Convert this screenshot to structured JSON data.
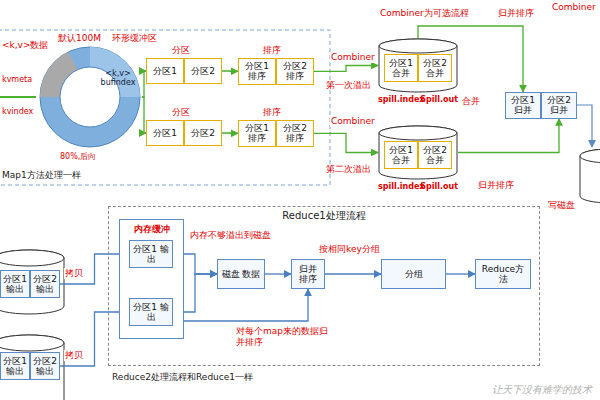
{
  "diagram": {
    "nodes": [
      {
        "text": [
          "kvmeta",
          "kvindex",
          "<k,v> bufindex",
          "80%,后向"
        ]
      },
      {
        "text": [
          "分区1"
        ]
      },
      {
        "text": [
          "分区2"
        ]
      },
      {
        "text": [
          "分区1 排序"
        ]
      },
      {
        "text": [
          "分区2 排序"
        ]
      },
      {
        "text": [
          "spill.index",
          "Spill.out"
        ]
      },
      {
        "text": [
          "分区1 合并"
        ],
        "in": 5
      },
      {
        "text": [
          "分区2 合并"
        ],
        "in": 5
      },
      {
        "text": [
          "分区1 归并"
        ]
      },
      {
        "text": [
          "分区2 归并"
        ]
      },
      {
        "text": [
          "分区1"
        ]
      },
      {
        "text": [
          "分区2"
        ]
      },
      {
        "text": [
          "分区1 排序"
        ]
      },
      {
        "text": [
          "分区2 排序"
        ]
      },
      {
        "text": [
          "spill.index",
          "Spill.out"
        ]
      },
      {
        "text": [
          "分区1 合并"
        ],
        "in": 14
      },
      {
        "text": [
          "分区2 合并"
        ],
        "in": 14
      },
      {
        "text": [
          "分区1 输出"
        ]
      },
      {
        "text": [
          "分区2 输出"
        ]
      },
      {
        "text": [
          "Reduce1处理流程"
        ]
      },
      {
        "text": [
          "内存缓冲"
        ],
        "in": 19
      },
      {
        "text": [
          "分区1 输出"
        ],
        "in": 20
      },
      {
        "text": [
          "分区1 输出"
        ],
        "in": 20
      },
      {
        "text": [
          "磁盘 数据"
        ],
        "in": 19
      },
      {
        "text": [
          "归并 排序"
        ],
        "in": 19
      },
      {
        "text": [
          "分组"
        ],
        "in": 19
      },
      {
        "text": [
          "Reduce方法"
        ],
        "in": 19
      },
      {
        "text": [
          "分区1 输出"
        ]
      },
      {
        "text": [
          "分区2 输出"
        ]
      }
    ],
    "edges": [
      {
        "from": 0,
        "to": 1,
        "arrow": "to"
      },
      {
        "from": 0,
        "to": 10,
        "arrow": "to"
      },
      {
        "from": 2,
        "to": 3,
        "arrow": "to"
      },
      {
        "from": 11,
        "to": 12,
        "arrow": "to"
      },
      {
        "from": 4,
        "to": 5,
        "arrow": "to",
        "label": "Combiner"
      },
      {
        "from": 13,
        "to": 14,
        "arrow": "to",
        "label": "Combiner"
      },
      {
        "from": 5,
        "to": 8,
        "arrow": "to"
      },
      {
        "from": 14,
        "to": 9,
        "arrow": "to"
      },
      {
        "from": 18,
        "to": 21,
        "arrow": "to",
        "label": "拷贝"
      },
      {
        "from": 28,
        "to": 22,
        "arrow": "to",
        "label": "拷贝"
      },
      {
        "from": 21,
        "to": 23,
        "arrow": "to"
      },
      {
        "from": 22,
        "to": 23,
        "arrow": "to"
      },
      {
        "from": 23,
        "to": 24,
        "arrow": "to"
      },
      {
        "from": 20,
        "to": 24,
        "arrow": "to"
      },
      {
        "from": 24,
        "to": 25,
        "arrow": "to",
        "label": "按相同key分组"
      },
      {
        "from": 25,
        "to": 26,
        "arrow": "to"
      }
    ],
    "labels": [
      "<k,v>数据",
      "默认100M",
      "环形缓冲区",
      "分区",
      "排序",
      "分区",
      "排序",
      "Map1方法处理一样",
      "Combiner为可选流程",
      "第一次溢出",
      "合并",
      "第二次溢出",
      "归并排序",
      "归并排序",
      "Combiner",
      "写磁盘",
      "内存不够溢出到磁盘",
      "对每个map来的数据归并排序",
      "Reduce2处理流程和Reduce1一样",
      "让天下没有难学的技术"
    ]
  }
}
